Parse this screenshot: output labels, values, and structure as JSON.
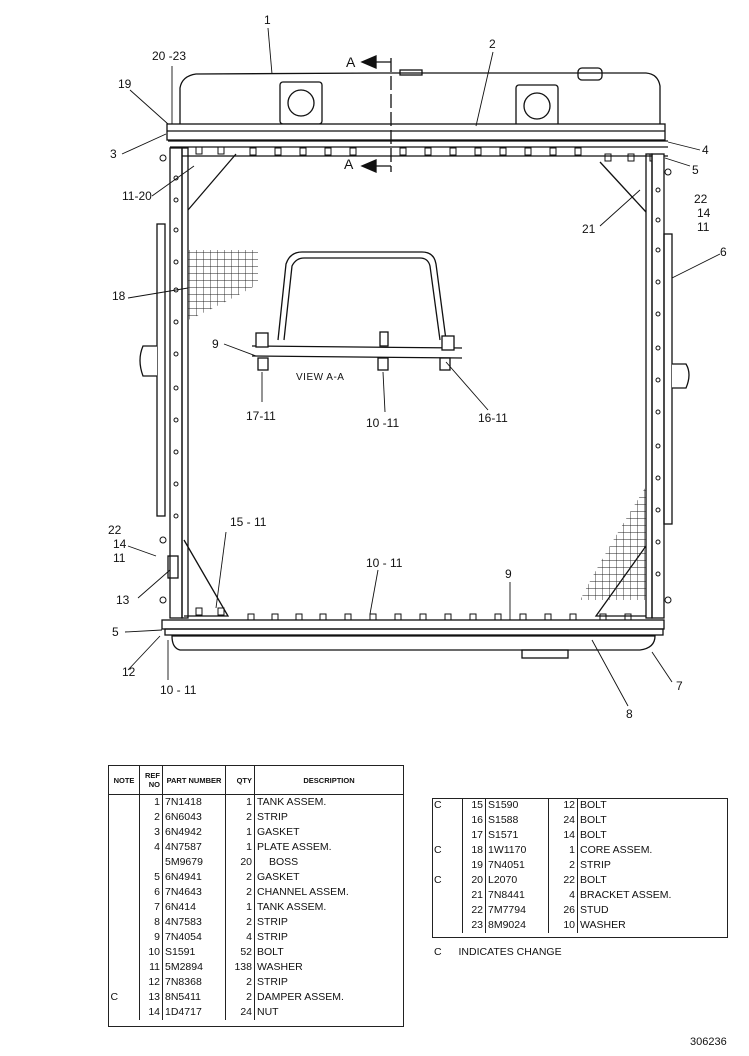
{
  "callouts": {
    "c1": "1",
    "c2": "2",
    "c20_23": "20 -23",
    "c19": "19",
    "c3": "3",
    "c4": "4",
    "c5_top": "5",
    "c22_top": "22",
    "c14_top": "14",
    "c11_top": "11",
    "c11_20": "11-20",
    "c21": "21",
    "c6": "6",
    "c18": "18",
    "c9_view": "9",
    "c17_11": "17-11",
    "c10_11_view": "10 -11",
    "c16_11": "16-11",
    "c22_left": "22",
    "c14_left": "14",
    "c11_left": "11",
    "c15_11": "15 - 11",
    "c13": "13",
    "c10_11_bottom": "10 - 11",
    "c9_bottom": "9",
    "c5_bottom": "5",
    "c12": "12",
    "c10_11_left": "10 - 11",
    "c7": "7",
    "c8": "8",
    "section_top": "A",
    "section_bottom": "A"
  },
  "view_label": "VIEW A-A",
  "table_headers": {
    "note": "NOTE",
    "ref_no": "REF NO",
    "part_number": "PART NUMBER",
    "qty": "QTY",
    "description": "DESCRIPTION"
  },
  "parts_left": [
    {
      "note": "",
      "ref": "1",
      "pn": "7N1418",
      "qty": "1",
      "desc": "TANK ASSEM."
    },
    {
      "note": "",
      "ref": "2",
      "pn": "6N6043",
      "qty": "2",
      "desc": "STRIP"
    },
    {
      "note": "",
      "ref": "3",
      "pn": "6N4942",
      "qty": "1",
      "desc": "GASKET"
    },
    {
      "note": "",
      "ref": "4",
      "pn": "4N7587",
      "qty": "1",
      "desc": "PLATE ASSEM."
    },
    {
      "note": "",
      "ref": "",
      "pn": "5M9679",
      "qty": "20",
      "desc": "BOSS"
    },
    {
      "note": "",
      "ref": "5",
      "pn": "6N4941",
      "qty": "2",
      "desc": "GASKET"
    },
    {
      "note": "",
      "ref": "6",
      "pn": "7N4643",
      "qty": "2",
      "desc": "CHANNEL ASSEM."
    },
    {
      "note": "",
      "ref": "7",
      "pn": "6N414",
      "qty": "1",
      "desc": "TANK ASSEM."
    },
    {
      "note": "",
      "ref": "8",
      "pn": "4N7583",
      "qty": "2",
      "desc": "STRIP"
    },
    {
      "note": "",
      "ref": "9",
      "pn": "7N4054",
      "qty": "4",
      "desc": "STRIP"
    },
    {
      "note": "",
      "ref": "10",
      "pn": "S1591",
      "qty": "52",
      "desc": "BOLT"
    },
    {
      "note": "",
      "ref": "11",
      "pn": "5M2894",
      "qty": "138",
      "desc": "WASHER"
    },
    {
      "note": "",
      "ref": "12",
      "pn": "7N8368",
      "qty": "2",
      "desc": "STRIP"
    },
    {
      "note": "C",
      "ref": "13",
      "pn": "8N5411",
      "qty": "2",
      "desc": "DAMPER ASSEM."
    },
    {
      "note": "",
      "ref": "14",
      "pn": "1D4717",
      "qty": "24",
      "desc": "NUT"
    }
  ],
  "parts_right": [
    {
      "note": "C",
      "ref": "15",
      "pn": "S1590",
      "qty": "12",
      "desc": "BOLT"
    },
    {
      "note": "",
      "ref": "16",
      "pn": "S1588",
      "qty": "24",
      "desc": "BOLT"
    },
    {
      "note": "",
      "ref": "17",
      "pn": "S1571",
      "qty": "14",
      "desc": "BOLT"
    },
    {
      "note": "C",
      "ref": "18",
      "pn": "1W1170",
      "qty": "1",
      "desc": "CORE ASSEM."
    },
    {
      "note": "",
      "ref": "19",
      "pn": "7N4051",
      "qty": "2",
      "desc": "STRIP"
    },
    {
      "note": "C",
      "ref": "20",
      "pn": "L2070",
      "qty": "22",
      "desc": "BOLT"
    },
    {
      "note": "",
      "ref": "21",
      "pn": "7N8441",
      "qty": "4",
      "desc": "BRACKET ASSEM."
    },
    {
      "note": "",
      "ref": "22",
      "pn": "7M7794",
      "qty": "26",
      "desc": "STUD"
    },
    {
      "note": "",
      "ref": "23",
      "pn": "8M9024",
      "qty": "10",
      "desc": "WASHER"
    }
  ],
  "legend": {
    "symbol": "C",
    "text": "INDICATES CHANGE"
  },
  "drawing_number": "306236"
}
